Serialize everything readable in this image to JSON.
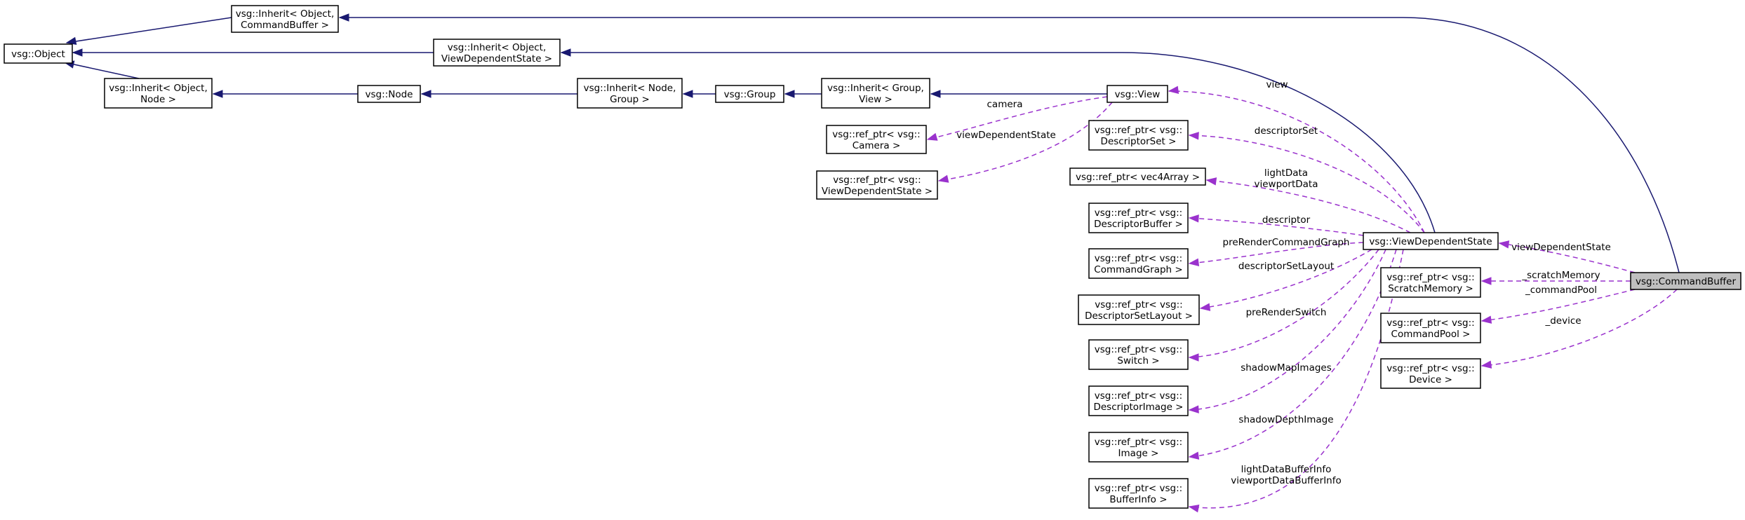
{
  "nodes": {
    "object": {
      "lines": [
        "vsg::Object"
      ]
    },
    "inherit_cb": {
      "lines": [
        "vsg::Inherit< Object,",
        "CommandBuffer >"
      ]
    },
    "inherit_vds": {
      "lines": [
        "vsg::Inherit< Object,",
        "ViewDependentState >"
      ]
    },
    "inherit_node": {
      "lines": [
        "vsg::Inherit< Object,",
        "Node >"
      ]
    },
    "node": {
      "lines": [
        "vsg::Node"
      ]
    },
    "inherit_group": {
      "lines": [
        "vsg::Inherit< Node,",
        "Group >"
      ]
    },
    "group": {
      "lines": [
        "vsg::Group"
      ]
    },
    "inherit_view": {
      "lines": [
        "vsg::Inherit< Group,",
        "View >"
      ]
    },
    "view": {
      "lines": [
        "vsg::View"
      ]
    },
    "rp_camera": {
      "lines": [
        "vsg::ref_ptr< vsg::",
        "Camera >"
      ]
    },
    "rp_vds": {
      "lines": [
        "vsg::ref_ptr< vsg::",
        "ViewDependentState >"
      ]
    },
    "rp_descset": {
      "lines": [
        "vsg::ref_ptr< vsg::",
        "DescriptorSet >"
      ]
    },
    "rp_vec4": {
      "lines": [
        "vsg::ref_ptr< vec4Array >"
      ]
    },
    "rp_descbuf": {
      "lines": [
        "vsg::ref_ptr< vsg::",
        "DescriptorBuffer >"
      ]
    },
    "rp_cmdgraph": {
      "lines": [
        "vsg::ref_ptr< vsg::",
        "CommandGraph >"
      ]
    },
    "rp_dsl": {
      "lines": [
        "vsg::ref_ptr< vsg::",
        "DescriptorSetLayout >"
      ]
    },
    "rp_switch": {
      "lines": [
        "vsg::ref_ptr< vsg::",
        "Switch >"
      ]
    },
    "rp_descimg": {
      "lines": [
        "vsg::ref_ptr< vsg::",
        "DescriptorImage >"
      ]
    },
    "rp_image": {
      "lines": [
        "vsg::ref_ptr< vsg::",
        "Image >"
      ]
    },
    "rp_bufinfo": {
      "lines": [
        "vsg::ref_ptr< vsg::",
        "BufferInfo >"
      ]
    },
    "vds": {
      "lines": [
        "vsg::ViewDependentState"
      ]
    },
    "rp_scratch": {
      "lines": [
        "vsg::ref_ptr< vsg::",
        "ScratchMemory >"
      ]
    },
    "rp_cmdpool": {
      "lines": [
        "vsg::ref_ptr< vsg::",
        "CommandPool >"
      ]
    },
    "rp_device": {
      "lines": [
        "vsg::ref_ptr< vsg::",
        "Device >"
      ]
    },
    "commandbuffer": {
      "lines": [
        "vsg::CommandBuffer"
      ]
    }
  },
  "edge_labels": {
    "view": [
      "view"
    ],
    "camera": [
      "camera"
    ],
    "viewDependentState_view": [
      "viewDependentState"
    ],
    "descriptorSet": [
      "descriptorSet"
    ],
    "lightData": [
      "lightData",
      "viewportData"
    ],
    "descriptor": [
      "descriptor"
    ],
    "preRenderCommandGraph": [
      "preRenderCommandGraph"
    ],
    "descriptorSetLayout": [
      "descriptorSetLayout"
    ],
    "preRenderSwitch": [
      "preRenderSwitch"
    ],
    "shadowMapImages": [
      "shadowMapImages"
    ],
    "shadowDepthImage": [
      "shadowDepthImage"
    ],
    "bufferInfo": [
      "lightDataBufferInfo",
      "viewportDataBufferInfo"
    ],
    "viewDependentState_cb": [
      "viewDependentState"
    ],
    "scratchMemory": [
      "_scratchMemory"
    ],
    "commandPool": [
      "_commandPool"
    ],
    "device": [
      "_device"
    ]
  },
  "colors": {
    "inheritance_edge": "#191970",
    "usage_edge": "#9a32cd",
    "highlight_fill": "#bfbfbf"
  }
}
